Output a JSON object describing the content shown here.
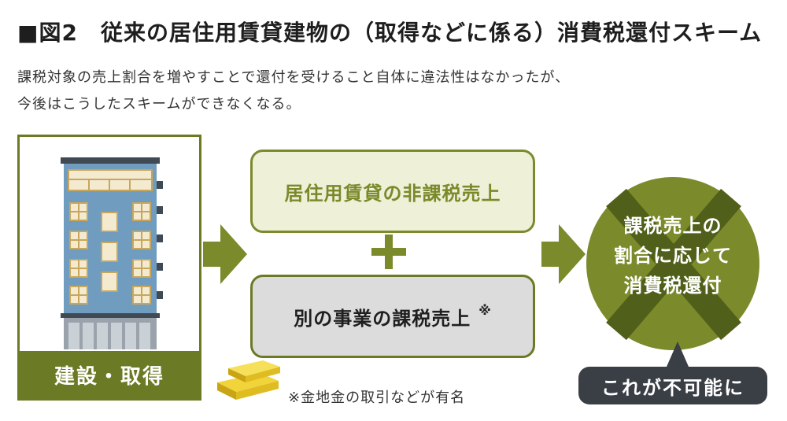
{
  "title": "■図2　従来の居住用賃貸建物の（取得などに係る）消費税還付スキーム",
  "lead": {
    "line1": "課税対象の売上割合を増やすことで還付を受けること自体に違法性はなかったが、",
    "line2": "今後はこうしたスキームができなくなる。"
  },
  "building": {
    "label": "建設・取得"
  },
  "flow": {
    "top_box": "居住用賃貸の非課税売上",
    "bottom_box": "別の事業の課税売上",
    "bottom_box_mark": "※",
    "note": "※金地金の取引などが有名",
    "result_lines": [
      "課税売上の",
      "割合に応じて",
      "消費税還付"
    ],
    "callout": "これが不可能に"
  },
  "colors": {
    "olive": "#6b7a24",
    "light_olive_bg": "#eef0d8",
    "gray_box": "#dcdcdc",
    "dark_callout": "#3a3e45",
    "gold": "#e6c21c"
  }
}
